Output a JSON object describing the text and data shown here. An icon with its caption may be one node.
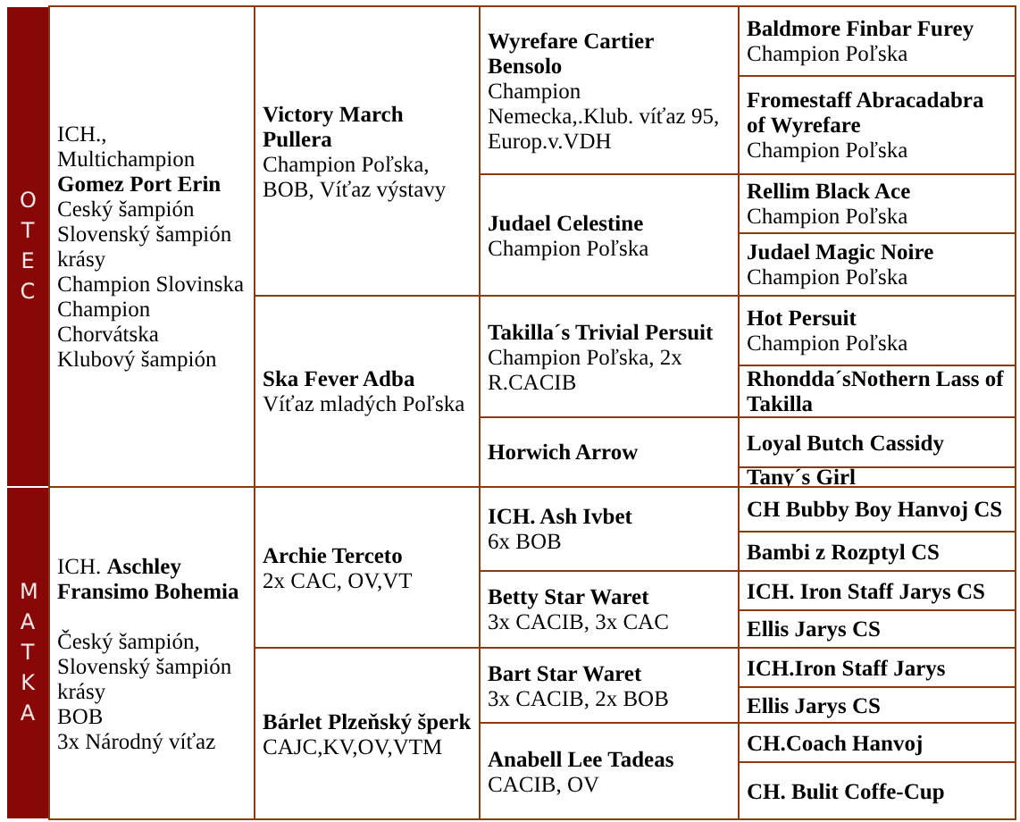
{
  "diagram": {
    "nodes": [
      {
        "text": [
          "OTEC"
        ]
      },
      {
        "text": [
          "ICH., Multichampion",
          "Gomez Port Erin",
          "Ceský šampión",
          "Slovenský šampión krásy",
          "Champion Slovinska",
          "Champion Chorvátska",
          "Klubový šampión"
        ]
      },
      {
        "text": [
          "Victory March Pullera",
          "Champion Poľska, BOB, Víťaz výstavy"
        ]
      },
      {
        "text": [
          "Wyrefare Cartier Bensolo",
          "Champion Nemecka,.Klub. víťaz 95, Europ.v.VDH"
        ]
      },
      {
        "text": [
          "Baldmore Finbar Furey",
          "Champion Poľska"
        ]
      },
      {
        "text": [
          "Fromestaff Abracadabra of Wyrefare",
          "Champion Poľska"
        ]
      },
      {
        "text": [
          "Judael Celestine",
          "Champion Poľska"
        ]
      },
      {
        "text": [
          "Rellim Black Ace",
          "Champion Poľska"
        ]
      },
      {
        "text": [
          "Judael Magic Noire",
          "Champion Poľska"
        ]
      },
      {
        "text": [
          "Ska Fever Adba",
          "Víťaz mladých Poľska"
        ]
      },
      {
        "text": [
          "Takilla´s Trivial Persuit",
          "Champion Poľska, 2x R.CACIB"
        ]
      },
      {
        "text": [
          "Hot Persuit",
          "Champion Poľska"
        ]
      },
      {
        "text": [
          "Rhondda´sNothern Lass of Takilla"
        ]
      },
      {
        "text": [
          "Horwich Arrow"
        ]
      },
      {
        "text": [
          "Loyal Butch Cassidy"
        ]
      },
      {
        "text": [
          "Tany´s Girl"
        ]
      },
      {
        "text": [
          "MATKA"
        ]
      },
      {
        "text": [
          "ICH. **Aschley Fransimo Bohemia**",
          "Český šampión,",
          "Slovenský šampión krásy",
          "BOB",
          "3x Národný víťaz"
        ]
      },
      {
        "text": [
          "Archie Terceto",
          "2x CAC, OV,VT"
        ]
      },
      {
        "text": [
          "ICH. Ash Ivbet",
          "6x BOB"
        ]
      },
      {
        "text": [
          "CH Bubby Boy Hanvoj CS"
        ]
      },
      {
        "text": [
          "Bambi z Rozptyl CS"
        ]
      },
      {
        "text": [
          "Betty Star Waret",
          "3x CACIB, 3x CAC"
        ]
      },
      {
        "text": [
          "ICH. Iron Staff Jarys CS"
        ]
      },
      {
        "text": [
          "Ellis Jarys CS"
        ]
      },
      {
        "text": [
          "Bárlet Plzeňský šperk",
          "CAJC,KV,OV,VTM"
        ]
      },
      {
        "text": [
          "Bart Star Waret",
          "3x CACIB, 2x BOB"
        ]
      },
      {
        "text": [
          "ICH.Iron Staff Jarys"
        ]
      },
      {
        "text": [
          "Ellis Jarys CS"
        ]
      },
      {
        "text": [
          "Anabell Lee Tadeas",
          "CACIB, OV"
        ]
      },
      {
        "text": [
          "CH.Coach Hanvoj"
        ]
      },
      {
        "text": [
          "CH. Bulit Coffe-Cup"
        ]
      }
    ]
  }
}
